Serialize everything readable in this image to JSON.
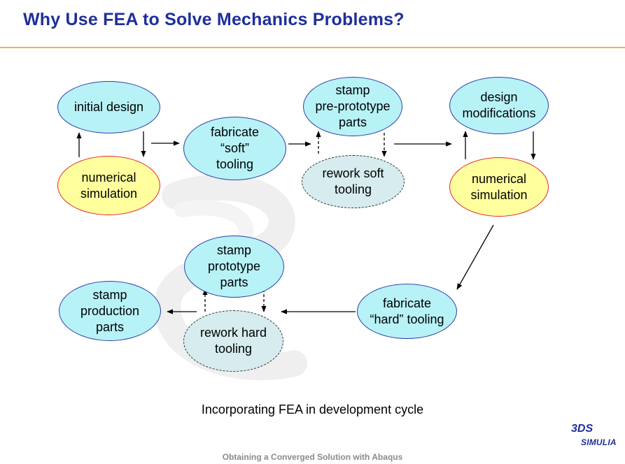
{
  "title": "Why Use FEA to Solve Mechanics Problems?",
  "caption": "Incorporating FEA in development cycle",
  "footer": "Obtaining a Converged Solution with Abaqus",
  "logo": {
    "mark": "3DS",
    "name": "SIMULIA"
  },
  "colors": {
    "title": "#1f2f9a",
    "rule": "#f2b24a",
    "design_fill": "#b7f2f7",
    "design_border": "#2c3fa8",
    "simulation_fill": "#ffff9e",
    "simulation_border": "#e0252b",
    "rework_fill": "#d6ecee"
  },
  "nodes": {
    "initial_design": "initial design",
    "numerical_simulation_1": "numerical\nsimulation",
    "fabricate_soft": "fabricate\n“soft”\ntooling",
    "stamp_preprototype": "stamp\npre-prototype\nparts",
    "rework_soft": "rework soft\ntooling",
    "design_modifications": "design\nmodifications",
    "numerical_simulation_2": "numerical\nsimulation",
    "fabricate_hard": "fabricate\n“hard” tooling",
    "stamp_prototype": "stamp\nprototype\nparts",
    "rework_hard": "rework hard\ntooling",
    "stamp_production": "stamp\nproduction\nparts"
  }
}
